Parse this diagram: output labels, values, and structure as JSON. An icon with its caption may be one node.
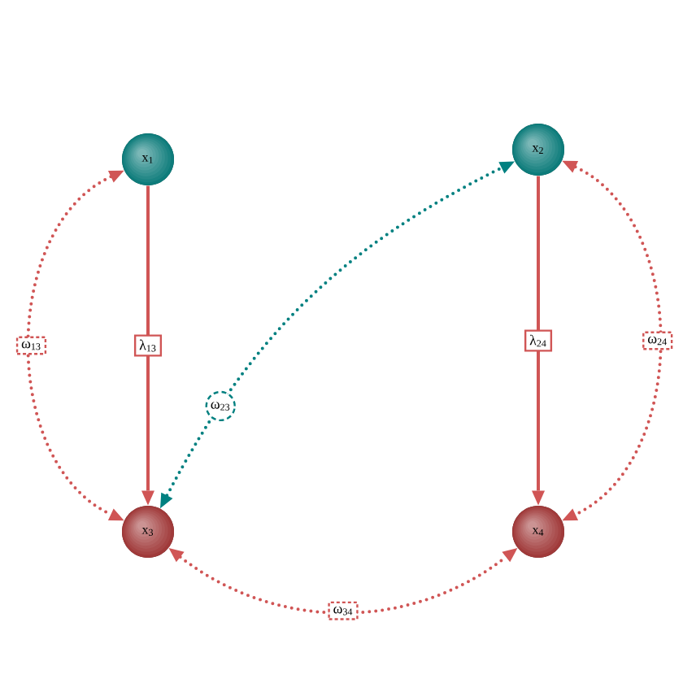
{
  "diagram": {
    "nodes": [
      {
        "text": [
          "x$_{1}$"
        ]
      },
      {
        "text": [
          "x$_{2}$"
        ]
      },
      {
        "text": [
          "x$_{3}$"
        ]
      },
      {
        "text": [
          "x$_{4}$"
        ]
      }
    ],
    "edges": [
      {
        "from": 0,
        "to": 2,
        "arrow": "to",
        "label": "λ$_{13}$"
      },
      {
        "from": 1,
        "to": 3,
        "arrow": "to",
        "label": "λ$_{24}$"
      },
      {
        "from": 0,
        "to": 2,
        "arrow": "both",
        "label": "ω$_{13}$",
        "style": "dashed"
      },
      {
        "from": 1,
        "to": 3,
        "arrow": "both",
        "label": "ω$_{24}$",
        "style": "dashed"
      },
      {
        "from": 2,
        "to": 3,
        "arrow": "both",
        "label": "ω$_{34}$",
        "style": "dashed"
      },
      {
        "from": 2,
        "to": 1,
        "arrow": "both",
        "label": "ω$_{23}$",
        "style": "dashed",
        "color": "#008080"
      }
    ]
  }
}
